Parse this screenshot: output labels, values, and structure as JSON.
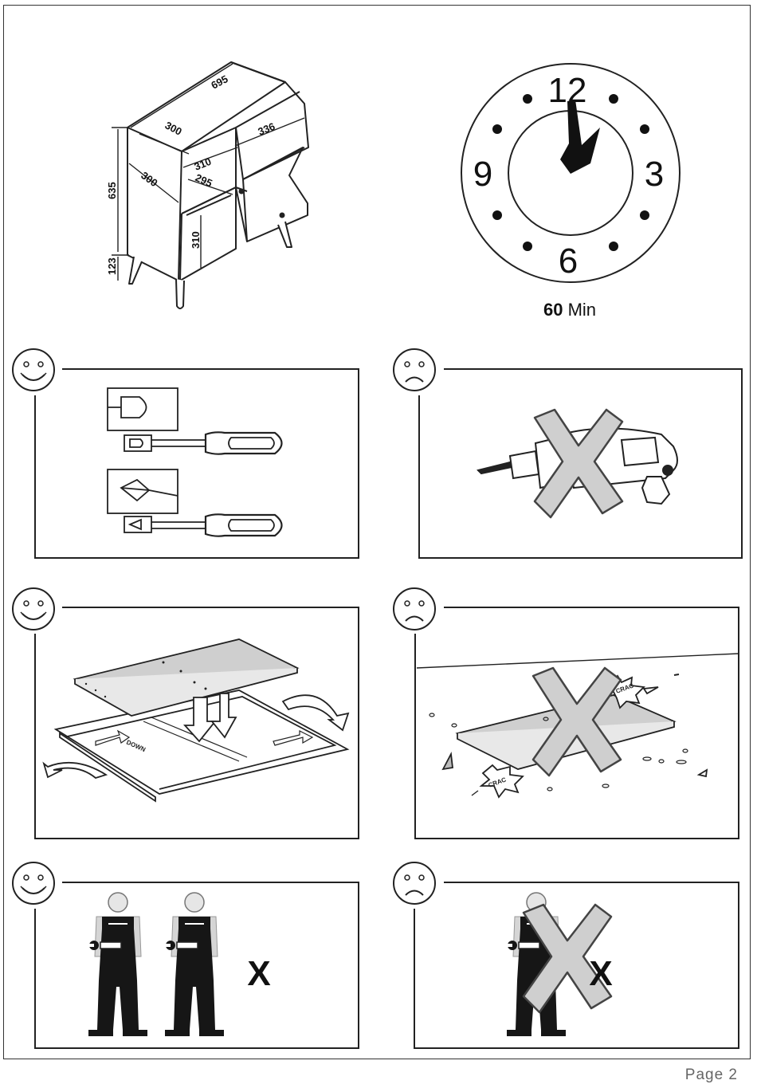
{
  "dimensions": {
    "width": "695",
    "depth_top": "300",
    "depth_side": "300",
    "inner_top": "336",
    "inner_mid": "310",
    "inner_diag": "295",
    "shelf_height": "310",
    "body_height": "635",
    "leg_height": "123"
  },
  "clock": {
    "n12": "12",
    "n3": "3",
    "n6": "6",
    "n9": "9",
    "minutes_value": "60",
    "minutes_unit": "Min"
  },
  "crack_labels": [
    "CRAC",
    "CRAC"
  ],
  "sheet_label": "DOWN",
  "people_count_mark": "X",
  "footer": {
    "page_label": "Page 2"
  },
  "icons": [
    "happy-face-icon",
    "sad-face-icon",
    "flat-screwdriver-icon",
    "phillips-screwdriver-icon",
    "power-drill-icon",
    "cross-out-icon",
    "worker-icon"
  ]
}
